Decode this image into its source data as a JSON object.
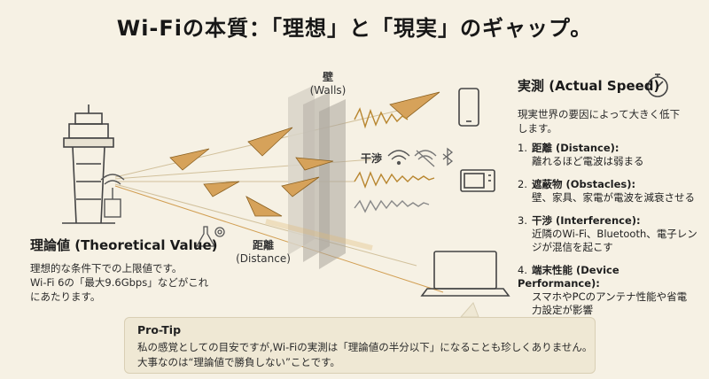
{
  "title": "Wi-Fiの本質：「理想」と「現実」のギャップ。",
  "walls": {
    "label": "壁",
    "sub": "(Walls)"
  },
  "distance": {
    "label": "距離",
    "sub": "(Distance)"
  },
  "interference_label": "干渉",
  "theory": {
    "heading": "理論値 (Theoretical Value)",
    "desc_lines": [
      "理想的な条件下での上限値です。",
      "Wi-Fi 6の「最大9.6Gbps」などがこれ",
      "にあたります。"
    ]
  },
  "actual": {
    "heading": "実測 (Actual Speed)",
    "desc_lines": [
      "現実世界の要因によって大きく低下",
      "します。"
    ]
  },
  "factors": [
    {
      "num": "1.",
      "title": "距離 (Distance):",
      "desc": [
        "離れるほど電波は弱まる"
      ]
    },
    {
      "num": "2.",
      "title": "遮蔽物 (Obstacles):",
      "desc": [
        "壁、家具、家電が電波を減衰させる"
      ]
    },
    {
      "num": "3.",
      "title": "干渉 (Interference):",
      "desc": [
        "近隣のWi-Fi、Bluetooth、電子レン",
        "ジが混信を起こす"
      ]
    },
    {
      "num": "4.",
      "title": "端末性能 (Device Performance):",
      "desc": [
        "スマホやPCのアンテナ性能や省電",
        "力設定が影響"
      ]
    }
  ],
  "tip": {
    "title": "Pro-Tip",
    "line1": "私の感覚としての目安ですが,Wi-Fiの実測は「理論値の半分以下」になることも珍しくありません。",
    "line2": "大事なのは“理論値で勝負しない”ことです。"
  },
  "colors": {
    "accent": "#c98a2e",
    "plane": "#d6a25a",
    "wave": "#b8862f",
    "wall": "#bdbdbd"
  },
  "icons": [
    "control-tower-icon",
    "wifi-router-icon",
    "gear-flask-icon",
    "stopwatch-icon",
    "smartphone-icon",
    "microwave-icon",
    "laptop-icon",
    "wifi-icon",
    "bluetooth-icon",
    "paper-plane-icon"
  ]
}
